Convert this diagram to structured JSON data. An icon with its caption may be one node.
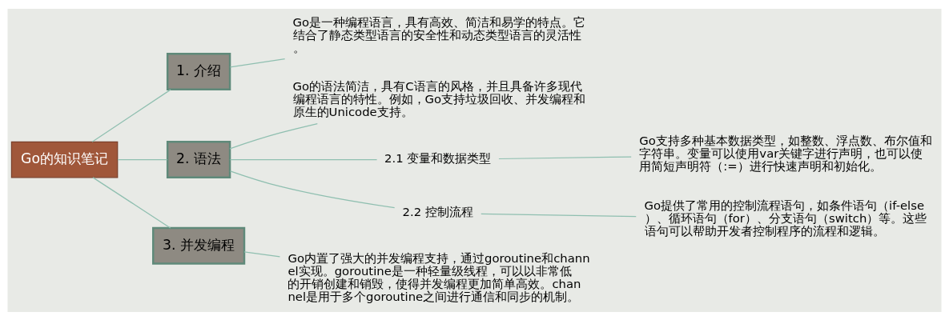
{
  "diagram": {
    "nodes": [
      {
        "text": [
          "Go的知识笔记"
        ]
      },
      {
        "text": [
          "1. 介绍"
        ]
      },
      {
        "text": [
          "Go是一种编程语言，具有高效、简洁和易学的特点。它结合了静态类型语言的安全性和动态类型语言的灵活性。"
        ]
      },
      {
        "text": [
          "2. 语法"
        ]
      },
      {
        "text": [
          "Go的语法简洁，具有C语言的风格，并且具备许多现代编程语言的特性。例如，Go支持垃圾回收、并发编程和原生的Unicode支持。"
        ]
      },
      {
        "text": [
          "2.1 变量和数据类型"
        ]
      },
      {
        "text": [
          "Go支持多种基本数据类型，如整数、浮点数、布尔值和字符串。变量可以使用var关键字进行声明，也可以使用简短声明符（:=）进行快速声明和初始化。"
        ]
      },
      {
        "text": [
          "2.2 控制流程"
        ]
      },
      {
        "text": [
          "Go提供了常用的控制流程语句，如条件语句（if-else）、循环语句（for）、分支语句（switch）等。这些语句可以帮助开发者控制程序的流程和逻辑。"
        ]
      },
      {
        "text": [
          "3. 并发编程"
        ]
      },
      {
        "text": [
          "Go内置了强大的并发编程支持，通过goroutine和channel实现。goroutine是一种轻量级线程，可以以非常低的开销创建和销毁，使得并发编程更加简单高效。channel是用于多个goroutine之间进行通信和同步的机制。"
        ]
      }
    ],
    "edges": [
      {
        "from": 0,
        "to": 1,
        "arrow": "none"
      },
      {
        "from": 1,
        "to": 2,
        "arrow": "none"
      },
      {
        "from": 0,
        "to": 3,
        "arrow": "none"
      },
      {
        "from": 3,
        "to": 4,
        "arrow": "none"
      },
      {
        "from": 3,
        "to": 5,
        "arrow": "none"
      },
      {
        "from": 5,
        "to": 6,
        "arrow": "none"
      },
      {
        "from": 3,
        "to": 7,
        "arrow": "none"
      },
      {
        "from": 7,
        "to": 8,
        "arrow": "none"
      },
      {
        "from": 0,
        "to": 9,
        "arrow": "none"
      },
      {
        "from": 9,
        "to": 10,
        "arrow": "none"
      }
    ]
  }
}
